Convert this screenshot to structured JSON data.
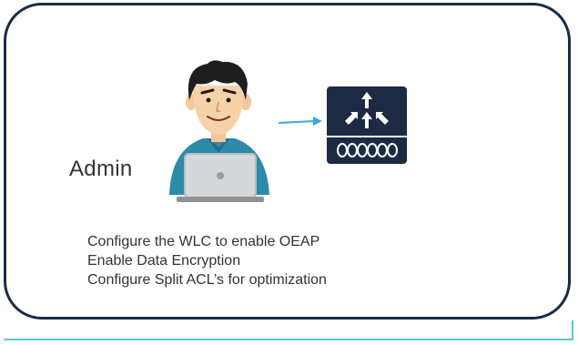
{
  "admin": {
    "label": "Admin"
  },
  "tasks": [
    "Configure the WLC to enable OEAP",
    "Enable Data Encryption",
    "Configure Split ACL’s for optimization"
  ],
  "icons": {
    "person": "admin-with-laptop-icon",
    "arrow": "right-arrow-icon",
    "device": "wireless-lan-controller-icon"
  },
  "colors": {
    "border": "#1c2a44",
    "accent": "#3aa8d8",
    "device": "#1c2a44",
    "shirt": "#2d8aa8",
    "text": "#333333"
  }
}
